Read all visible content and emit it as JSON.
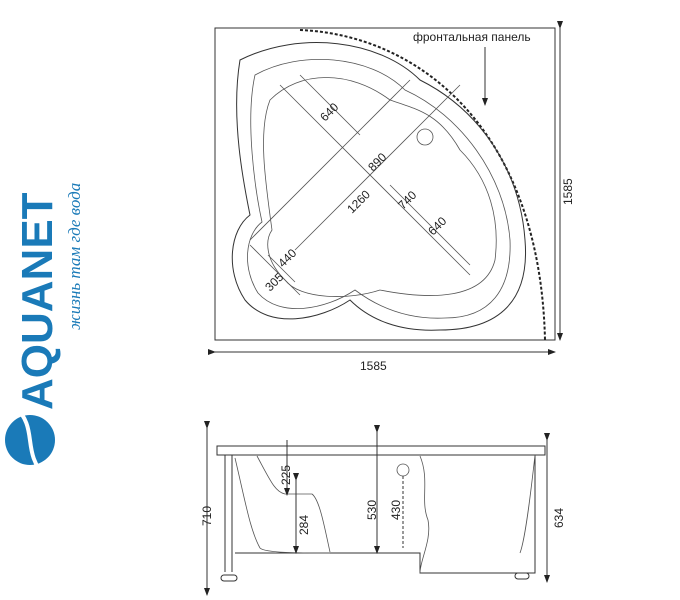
{
  "brand": {
    "name": "AQUANET",
    "slogan": "жизнь там где вода",
    "color": "#1a7ab8"
  },
  "top_view": {
    "front_panel_label": "фронтальная панель",
    "dims": {
      "width": "1585",
      "depth": "1585",
      "d640a": "640",
      "d890": "890",
      "d1260": "1260",
      "d740": "740",
      "d640b": "640",
      "d440": "440",
      "d305": "305"
    }
  },
  "side_view": {
    "dims": {
      "total_height": "710",
      "seat_top": "225",
      "seat_height": "284",
      "inner_depth": "530",
      "overflow": "430",
      "front_height": "634"
    }
  }
}
